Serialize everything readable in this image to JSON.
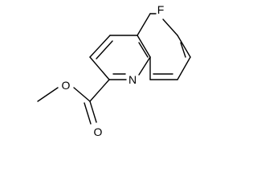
{
  "molecule": {
    "atoms": {
      "fluorine": "F",
      "ester_carbonyl_oxygen": "O",
      "ester_ether_oxygen": "O",
      "ring_nitrogen": "N"
    },
    "line_color": "#000000"
  }
}
